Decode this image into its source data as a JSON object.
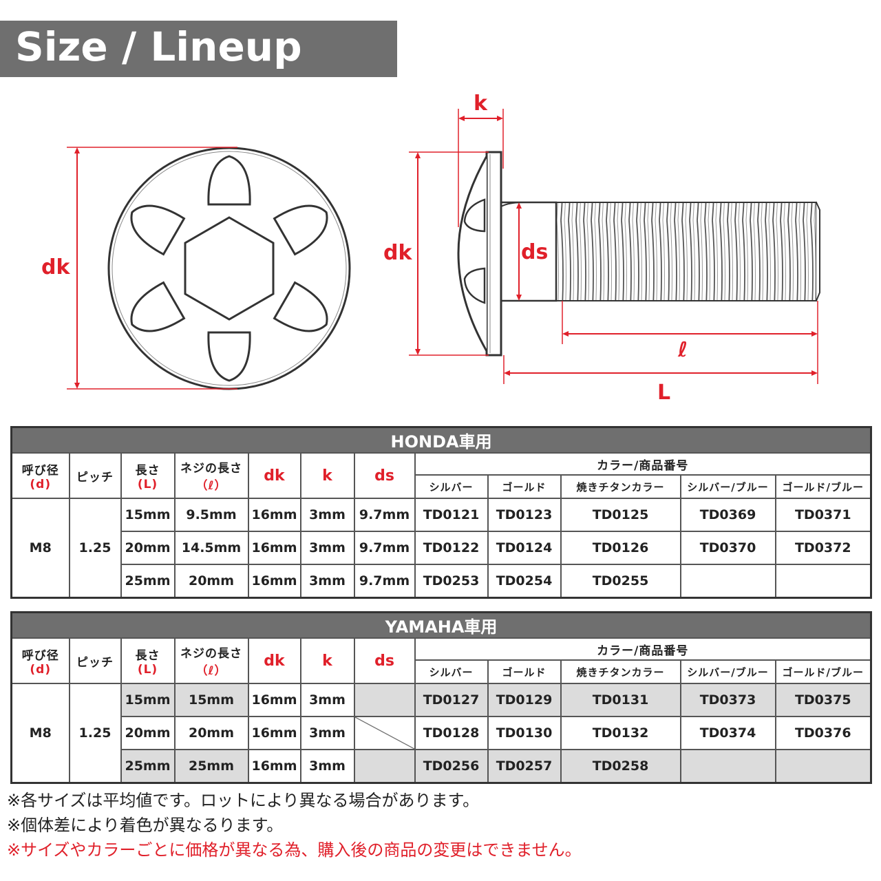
{
  "title": "Size / Lineup",
  "diagram": {
    "labels": {
      "dk_front": "dk",
      "k": "k",
      "dk_side": "dk",
      "ds": "ds",
      "l_thread": "ℓ",
      "L": "L"
    },
    "accent_color": "#e0202a"
  },
  "header": {
    "nominal": "呼び径",
    "nominal_sub": "(d)",
    "pitch": "ピッチ",
    "length": "長さ",
    "length_sub": "(L)",
    "thread_length": "ネジの長さ",
    "thread_length_sub": "（ℓ）",
    "dk": "dk",
    "k": "k",
    "ds": "ds",
    "color_group": "カラー/商品番号",
    "colors": [
      "シルバー",
      "ゴールド",
      "焼きチタンカラー",
      "シルバー/ブルー",
      "ゴールド/ブルー"
    ]
  },
  "honda": {
    "title": "HONDA車用",
    "nominal": "M8",
    "pitch": "1.25",
    "rows": [
      {
        "L": "15mm",
        "l": "9.5mm",
        "dk": "16mm",
        "k": "3mm",
        "ds": "9.7mm",
        "codes": [
          "TD0121",
          "TD0123",
          "TD0125",
          "TD0369",
          "TD0371"
        ]
      },
      {
        "L": "20mm",
        "l": "14.5mm",
        "dk": "16mm",
        "k": "3mm",
        "ds": "9.7mm",
        "codes": [
          "TD0122",
          "TD0124",
          "TD0126",
          "TD0370",
          "TD0372"
        ]
      },
      {
        "L": "25mm",
        "l": "20mm",
        "dk": "16mm",
        "k": "3mm",
        "ds": "9.7mm",
        "codes": [
          "TD0253",
          "TD0254",
          "TD0255",
          "",
          ""
        ]
      }
    ]
  },
  "yamaha": {
    "title": "YAMAHA車用",
    "nominal": "M8",
    "pitch": "1.25",
    "rows": [
      {
        "L": "15mm",
        "l": "15mm",
        "dk": "16mm",
        "k": "3mm",
        "codes": [
          "TD0127",
          "TD0129",
          "TD0131",
          "TD0373",
          "TD0375"
        ]
      },
      {
        "L": "20mm",
        "l": "20mm",
        "dk": "16mm",
        "k": "3mm",
        "codes": [
          "TD0128",
          "TD0130",
          "TD0132",
          "TD0374",
          "TD0376"
        ]
      },
      {
        "L": "25mm",
        "l": "25mm",
        "dk": "16mm",
        "k": "3mm",
        "codes": [
          "TD0256",
          "TD0257",
          "TD0258",
          "",
          ""
        ]
      }
    ]
  },
  "notes": [
    "※各サイズは平均値です。ロットにより異なる場合があります。",
    "※個体差により着色が異なるります。",
    "※サイズやカラーごとに価格が異なる為、購入後の商品の変更はできません。"
  ]
}
